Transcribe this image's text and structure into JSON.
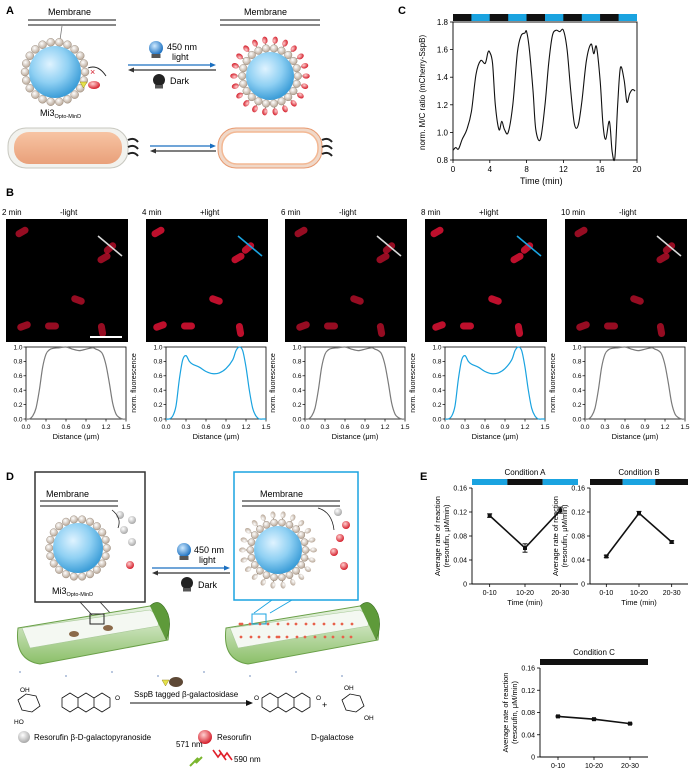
{
  "panel_letters": [
    "A",
    "B",
    "C",
    "D",
    "E"
  ],
  "colors": {
    "light": "#1aa3e0",
    "dark": "#111111",
    "profile_dark": "#7a7a7a",
    "cell": "#c8102e"
  },
  "panelA": {
    "membrane": "Membrane",
    "membrane_right": "Membrane",
    "light_label_1": "450 nm",
    "light_label_2": "light",
    "dark_label": "Dark",
    "mi3_main": "Mi3",
    "mi3_sub": "Opto-MinD"
  },
  "panelB": {
    "timepoints": [
      {
        "time": "2 min",
        "state": "-light"
      },
      {
        "time": "4 min",
        "state": "+light"
      },
      {
        "time": "6 min",
        "state": "-light"
      },
      {
        "time": "8 min",
        "state": "+light"
      },
      {
        "time": "10 min",
        "state": "-light"
      }
    ],
    "xlabel": "Distance (μm)",
    "ylabel": "norm. fluorescence",
    "xticks": [
      "0.0",
      "0.3",
      "0.6",
      "0.9",
      "1.2",
      "1.5"
    ],
    "yticks": [
      "0.0",
      "0.2",
      "0.4",
      "0.6",
      "0.8",
      "1.0"
    ]
  },
  "panelD": {
    "membrane_left": "Membrane",
    "membrane_right": "Membrane",
    "light_label_1": "450 nm",
    "light_label_2": "light",
    "dark_label": "Dark",
    "mi3_main": "Mi3",
    "mi3_sub": "Opto-MinD",
    "enzyme_label": "SspB tagged β-galactosidase",
    "legend_substrate": "Resorufin β-D-galactopyranoside",
    "legend_resorufin": "Resorufin",
    "legend_galactose": "D-galactose",
    "ex_label": "571 nm",
    "em_label": "590 nm"
  },
  "chart_data": [
    {
      "id": "C",
      "type": "line",
      "xlabel": "Time (min)",
      "ylabel": "norm. M/C ratio (mCherry-SspB)",
      "xlim": [
        0,
        20
      ],
      "ylim": [
        0.8,
        1.8
      ],
      "xticks": [
        "0",
        "4",
        "8",
        "12",
        "16",
        "20"
      ],
      "yticks": [
        "0.8",
        "1.0",
        "1.2",
        "1.4",
        "1.6",
        "1.8"
      ],
      "light_bar": [
        "dark",
        "light",
        "dark",
        "light",
        "dark",
        "light",
        "dark",
        "light",
        "dark",
        "light"
      ],
      "x": [
        0,
        0.3,
        0.6,
        1,
        1.5,
        2,
        2.5,
        3,
        3.5,
        3.8,
        4,
        4.3,
        4.6,
        5,
        5.3,
        5.6,
        6,
        6.5,
        7,
        7.4,
        7.8,
        8,
        8.3,
        8.7,
        9,
        9.5,
        10,
        10.4,
        10.8,
        11.2,
        11.6,
        12,
        12.4,
        12.8,
        13.2,
        13.6,
        14,
        14.5,
        15,
        15.3,
        15.6,
        16,
        16.3,
        16.6,
        17,
        17.3,
        17.6,
        17.9,
        18.2,
        18.6,
        18.9,
        19.2,
        19.5,
        19.8
      ],
      "y": [
        0.87,
        0.89,
        0.88,
        0.95,
        1.02,
        1.15,
        1.42,
        1.52,
        1.5,
        1.58,
        1.58,
        1.5,
        1.2,
        1.02,
        1.08,
        1.02,
        1.0,
        1.2,
        1.58,
        1.7,
        1.72,
        1.73,
        1.6,
        1.3,
        1.02,
        0.95,
        1.2,
        1.5,
        1.7,
        1.74,
        1.73,
        1.74,
        1.6,
        1.3,
        1.06,
        1.05,
        1.22,
        1.52,
        1.64,
        1.57,
        1.62,
        1.37,
        1.06,
        0.95,
        1.08,
        0.86,
        0.82,
        1.2,
        1.47,
        1.38,
        1.22,
        1.28,
        1.31,
        1.3
      ]
    },
    {
      "id": "B-profiles",
      "type": "line",
      "xlabel": "Distance (μm)",
      "ylabel": "norm. fluorescence",
      "x": [
        0,
        0.05,
        0.1,
        0.15,
        0.2,
        0.25,
        0.3,
        0.35,
        0.4,
        0.5,
        0.6,
        0.7,
        0.8,
        0.9,
        1.0,
        1.05,
        1.1,
        1.15,
        1.2,
        1.25,
        1.3,
        1.35,
        1.4,
        1.45,
        1.5
      ],
      "series": [
        {
          "name": "-light",
          "values": [
            0,
            0,
            0.04,
            0.15,
            0.4,
            0.72,
            0.9,
            0.96,
            0.98,
            0.99,
            1.0,
            0.97,
            0.95,
            0.97,
            0.99,
            0.97,
            0.95,
            0.9,
            0.75,
            0.5,
            0.22,
            0.07,
            0.02,
            0,
            0
          ]
        },
        {
          "name": "+light",
          "values": [
            0,
            0,
            0.04,
            0.18,
            0.55,
            0.82,
            0.88,
            0.8,
            0.76,
            0.72,
            0.66,
            0.63,
            0.64,
            0.7,
            0.82,
            0.95,
            1.0,
            0.95,
            0.72,
            0.4,
            0.15,
            0.04,
            0,
            0,
            0
          ]
        }
      ]
    },
    {
      "id": "E-A",
      "type": "line",
      "title": "Condition A",
      "categories": [
        "0-10",
        "10-20",
        "20-30"
      ],
      "values": [
        0.114,
        0.06,
        0.123
      ],
      "errors": [
        0.003,
        0.007,
        0.005
      ],
      "xlabel": "Time (min)",
      "ylabel": "Average rate of reaction (resorufin, μM/min)",
      "ylim": [
        0,
        0.16
      ],
      "yticks": [
        "0",
        "0.04",
        "0.08",
        "0.12",
        "0.16"
      ],
      "light_bar": [
        "light",
        "dark",
        "light"
      ]
    },
    {
      "id": "E-B",
      "type": "line",
      "title": "Condition B",
      "categories": [
        "0-10",
        "10-20",
        "20-30"
      ],
      "values": [
        0.046,
        0.118,
        0.07
      ],
      "errors": [
        0.002,
        0.003,
        0.002
      ],
      "xlabel": "Time (min)",
      "ylabel": "Average rate of reaction (resorufin, μM/min)",
      "ylim": [
        0,
        0.16
      ],
      "yticks": [
        "0",
        "0.04",
        "0.08",
        "0.12",
        "0.16"
      ],
      "light_bar": [
        "dark",
        "light",
        "dark"
      ]
    },
    {
      "id": "E-C",
      "type": "line",
      "title": "Condition C",
      "categories": [
        "0-10",
        "10-20",
        "20-30"
      ],
      "values": [
        0.073,
        0.068,
        0.06
      ],
      "errors": [
        0.001,
        0.001,
        0.001
      ],
      "xlabel": "Time (min)",
      "ylabel": "Average rate of reaction (resorufin, μM/min)",
      "ylim": [
        0,
        0.16
      ],
      "yticks": [
        "0",
        "0.04",
        "0.08",
        "0.12",
        "0.16"
      ],
      "light_bar": [
        "dark"
      ]
    }
  ]
}
